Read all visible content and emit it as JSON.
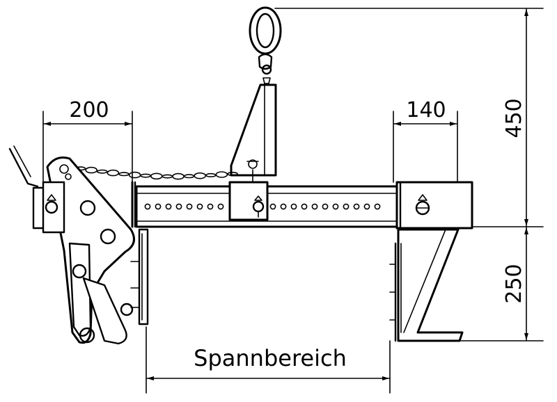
{
  "dimensions": {
    "width_left": "200",
    "width_right": "140",
    "height_top": "450",
    "height_bottom": "250",
    "clamp_range": "Spannbereich"
  }
}
